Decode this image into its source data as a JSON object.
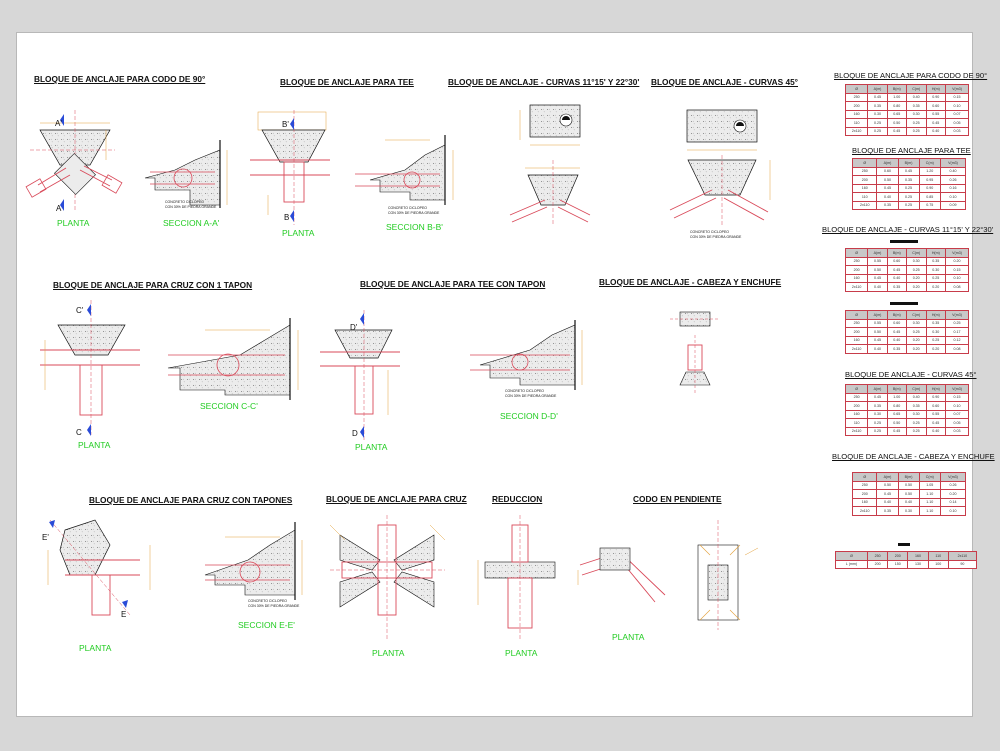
{
  "titles": {
    "codo90": "BLOQUE DE ANCLAJE PARA CODO DE 90°",
    "tee": "BLOQUE DE ANCLAJE PARA TEE",
    "curvas11": "BLOQUE DE ANCLAJE - CURVAS 11°15' Y 22°30'",
    "curvas45": "BLOQUE DE ANCLAJE - CURVAS 45°",
    "cruz1tapon": "BLOQUE DE ANCLAJE PARA CRUZ CON 1 TAPON",
    "teetapon": "BLOQUE DE ANCLAJE PARA TEE CON TAPON",
    "cabeza": "BLOQUE DE ANCLAJE - CABEZA Y ENCHUFE",
    "cruztapones": "BLOQUE DE ANCLAJE PARA CRUZ CON TAPONES",
    "cruz": "BLOQUE DE ANCLAJE PARA CRUZ",
    "reduccion": "REDUCCION",
    "codopendiente": "CODO EN PENDIENTE"
  },
  "labels": {
    "planta": "PLANTA",
    "seccion_aa": "SECCION A-A'",
    "seccion_bb": "SECCION B-B'",
    "seccion_cc": "SECCION C-C'",
    "seccion_dd": "SECCION D-D'",
    "seccion_ee": "SECCION E-E'",
    "cut_a": "A'",
    "cut_a2": "A",
    "cut_b": "B'",
    "cut_b2": "B",
    "cut_c": "C'",
    "cut_c2": "C",
    "cut_d": "D'",
    "cut_d2": "D",
    "cut_e": "E'",
    "cut_e2": "E",
    "concrete_note_1": "CONCRETO CICLOPEO",
    "concrete_note_2": "CON 30% DE PIEDRA GRANDE"
  },
  "tables": [
    {
      "title": "BLOQUE DE ANCLAJE PARA CODO DE 90°",
      "headers": [
        "Ø",
        "A(m)",
        "B(m)",
        "C(m)",
        "H(m)",
        "V(m3)"
      ],
      "rows": [
        [
          "250",
          "0.45",
          "1.00",
          "0.40",
          "0.90",
          "0.15"
        ],
        [
          "200",
          "0.35",
          "0.80",
          "0.35",
          "0.60",
          "0.10"
        ],
        [
          "160",
          "0.30",
          "0.65",
          "0.30",
          "0.55",
          "0.07"
        ],
        [
          "110",
          "0.25",
          "0.50",
          "0.25",
          "0.45",
          "0.05"
        ],
        [
          "2x110",
          "0.25",
          "0.45",
          "0.25",
          "0.40",
          "0.03"
        ]
      ]
    },
    {
      "title": "BLOQUE DE ANCLAJE PARA TEE",
      "headers": [
        "Ø",
        "A(m)",
        "B(m)",
        "C(m)",
        "V(m3)"
      ],
      "rows": [
        [
          "250",
          "0.60",
          "0.45",
          "1.20",
          "0.40"
        ],
        [
          "200",
          "0.50",
          "0.35",
          "0.95",
          "0.26"
        ],
        [
          "160",
          "0.45",
          "0.25",
          "0.90",
          "0.16"
        ],
        [
          "110",
          "0.40",
          "0.25",
          "0.85",
          "0.10"
        ],
        [
          "2x110",
          "0.35",
          "0.25",
          "0.75",
          "0.09"
        ]
      ]
    },
    {
      "title": "BLOQUE DE ANCLAJE - CURVAS 11°15' Y 22°30'",
      "headers": [
        "Ø",
        "A(m)",
        "B(m)",
        "C(m)",
        "H(m)",
        "V(m3)"
      ],
      "rows": [
        [
          "250",
          "0.55",
          "0.60",
          "0.30",
          "0.35",
          "0.20"
        ],
        [
          "200",
          "0.50",
          "0.45",
          "0.25",
          "0.30",
          "0.15"
        ],
        [
          "160",
          "0.45",
          "0.40",
          "0.20",
          "0.25",
          "0.10"
        ],
        [
          "2x110",
          "0.40",
          "0.35",
          "0.20",
          "0.20",
          "0.08"
        ]
      ]
    },
    {
      "title": "",
      "headers": [
        "Ø",
        "A(m)",
        "B(m)",
        "C(m)",
        "H(m)",
        "V(m3)"
      ],
      "rows": [
        [
          "250",
          "0.55",
          "0.60",
          "0.30",
          "0.35",
          "0.25"
        ],
        [
          "200",
          "0.50",
          "0.45",
          "0.25",
          "0.30",
          "0.17"
        ],
        [
          "160",
          "0.45",
          "0.40",
          "0.20",
          "0.25",
          "0.12"
        ],
        [
          "2x110",
          "0.40",
          "0.35",
          "0.20",
          "0.20",
          "0.08"
        ]
      ]
    },
    {
      "title": "BLOQUE DE ANCLAJE - CURVAS 45°",
      "headers": [
        "Ø",
        "A(m)",
        "B(m)",
        "C(m)",
        "H(m)",
        "V(m3)"
      ],
      "rows": [
        [
          "250",
          "0.45",
          "1.00",
          "0.40",
          "0.90",
          "0.15"
        ],
        [
          "200",
          "0.35",
          "0.80",
          "0.35",
          "0.60",
          "0.10"
        ],
        [
          "160",
          "0.30",
          "0.65",
          "0.30",
          "0.55",
          "0.07"
        ],
        [
          "110",
          "0.25",
          "0.50",
          "0.25",
          "0.45",
          "0.05"
        ],
        [
          "2x110",
          "0.25",
          "0.45",
          "0.25",
          "0.40",
          "0.03"
        ]
      ]
    },
    {
      "title": "BLOQUE DE ANCLAJE - CABEZA Y ENCHUFE",
      "headers": [
        "Ø",
        "A(m)",
        "B(m)",
        "C(m)",
        "V(m3)"
      ],
      "rows": [
        [
          "250",
          "0.50",
          "0.50",
          "1.05",
          "0.26"
        ],
        [
          "200",
          "0.45",
          "0.50",
          "1.10",
          "0.20"
        ],
        [
          "160",
          "0.40",
          "0.40",
          "1.10",
          "0.14"
        ],
        [
          "2x110",
          "0.35",
          "0.30",
          "1.10",
          "0.10"
        ]
      ]
    },
    {
      "title": "",
      "headers": [
        "Ø",
        "250",
        "200",
        "160",
        "110",
        "2x110"
      ],
      "rows": [
        [
          "L (mm)",
          "200",
          "150",
          "130",
          "100",
          "90"
        ]
      ]
    }
  ],
  "colors": {
    "pipe": "#d94a5a",
    "dimension": "#e3a03a",
    "green_label": "#22cc22",
    "cut_marker": "#2a4bd7",
    "concrete": "#e6e6e6",
    "line": "#111111"
  }
}
